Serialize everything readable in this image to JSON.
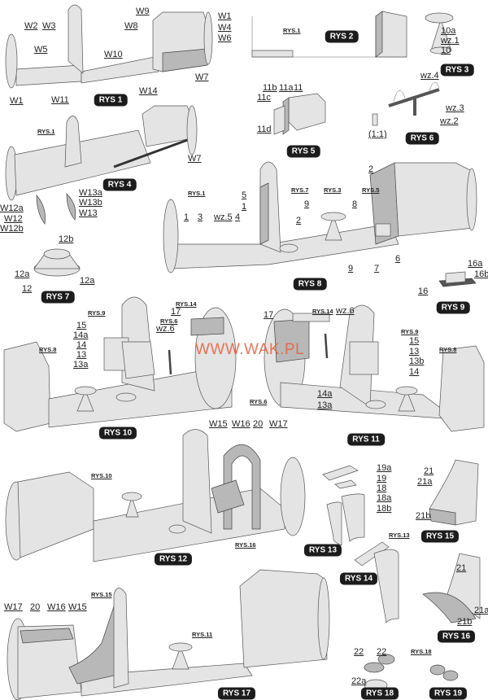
{
  "watermark": "WWW.WAK.PL",
  "figures": [
    {
      "badge": "RYS 1",
      "labels": [
        "W9",
        "W2",
        "W3",
        "W8",
        "W1",
        "W4",
        "W6",
        "W5",
        "W10",
        "W7",
        "W14",
        "W1",
        "W11"
      ]
    },
    {
      "badge": "RYS 2",
      "labels": [
        "RYS.1"
      ]
    },
    {
      "badge": "RYS 3",
      "labels": [
        "10a",
        "wz.1",
        "10"
      ]
    },
    {
      "badge": "RYS 4",
      "labels": [
        "RYS.1",
        "W7",
        "W13a",
        "W13b",
        "W13",
        "W12a",
        "W12",
        "W12b"
      ]
    },
    {
      "badge": "RYS 5",
      "labels": [
        "11b",
        "11a",
        "11",
        "11c",
        "11d"
      ]
    },
    {
      "badge": "RYS 6",
      "labels": [
        "wz.4",
        "wz.3",
        "wz.2",
        "(1:1)"
      ]
    },
    {
      "badge": "RYS 7",
      "labels": [
        "12b",
        "12a",
        "12a",
        "12"
      ]
    },
    {
      "badge": "RYS 8",
      "labels": [
        "2",
        "RYS.1",
        "5",
        "RYS.7",
        "RYS.3",
        "RYS.5",
        "1",
        "9",
        "8",
        "1",
        "3",
        "wz.5",
        "4",
        "2",
        "6",
        "9",
        "7"
      ]
    },
    {
      "badge": "RYS 9",
      "labels": [
        "16a",
        "16b",
        "16"
      ]
    },
    {
      "badge": "RYS 10",
      "labels": [
        "RYS.9",
        "RYS.14",
        "17",
        "RYS.6",
        "wz.6",
        "15",
        "14a",
        "14",
        "13",
        "13a",
        "RYS.8"
      ]
    },
    {
      "badge": "RYS 11",
      "labels": [
        "17",
        "RYS.14",
        "wz.6",
        "RYS.9",
        "15",
        "13",
        "13b",
        "14",
        "RYS.8",
        "RYS.6",
        "14a",
        "13a"
      ]
    },
    {
      "badge": "RYS 12",
      "labels": [
        "W15",
        "W16",
        "20",
        "W17",
        "RYS.10",
        "RYS.16"
      ]
    },
    {
      "badge": "RYS 13",
      "labels": [
        "19a",
        "19",
        "18",
        "18a",
        "18b"
      ]
    },
    {
      "badge": "RYS 14",
      "labels": [
        "RYS.13"
      ]
    },
    {
      "badge": "RYS 15",
      "labels": [
        "21",
        "21a",
        "21b"
      ]
    },
    {
      "badge": "RYS 16",
      "labels": [
        "21",
        "21a",
        "21b"
      ]
    },
    {
      "badge": "RYS 17",
      "labels": [
        "W17",
        "20",
        "W16",
        "W15",
        "RYS.15",
        "RYS.11"
      ]
    },
    {
      "badge": "RYS 18",
      "labels": [
        "22",
        "22",
        "22a"
      ]
    },
    {
      "badge": "RYS 19",
      "labels": [
        "RYS.18"
      ]
    }
  ],
  "colors": {
    "part": "#e4e4e4",
    "part_dark": "#b8b8b8",
    "badge": "#1c1c1c",
    "watermark": "#e8603a"
  }
}
